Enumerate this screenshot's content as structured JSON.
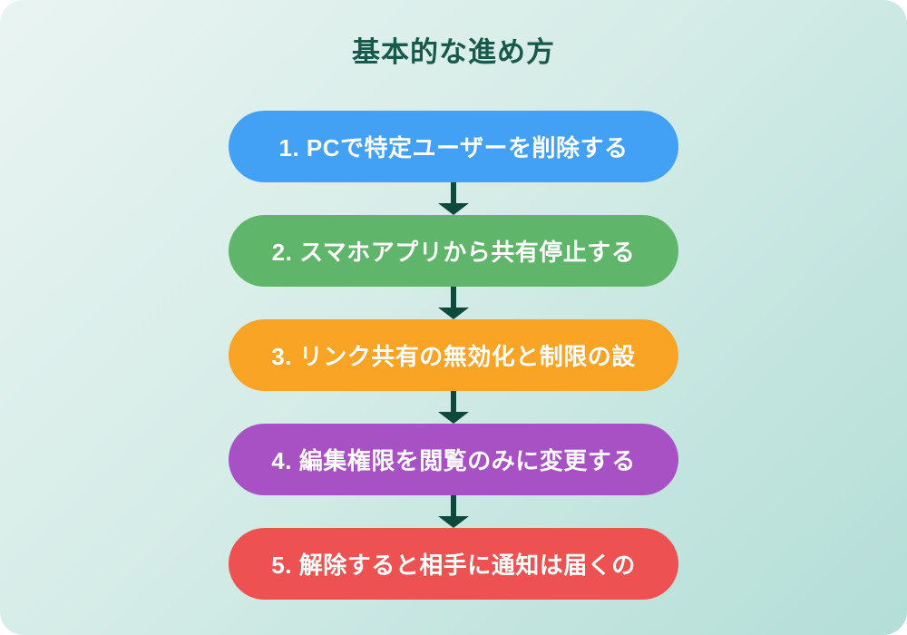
{
  "title": "基本的な進め方",
  "colors": {
    "title": "#17594a",
    "arrow": "#0d4a3b",
    "background_start": "#e9f4f2",
    "background_end": "#b3ded7",
    "step_text": "#ffffff"
  },
  "steps": [
    {
      "label": "1. PCで特定ユーザーを削除する",
      "color": "#42a0f5"
    },
    {
      "label": "2. スマホアプリから共有停止する",
      "color": "#5fb569"
    },
    {
      "label": "3. リンク共有の無効化と制限の設",
      "color": "#faa425"
    },
    {
      "label": "4. 編集権限を閲覧のみに変更する",
      "color": "#a751c5"
    },
    {
      "label": "5. 解除すると相手に通知は届くの",
      "color": "#ee5151"
    }
  ]
}
